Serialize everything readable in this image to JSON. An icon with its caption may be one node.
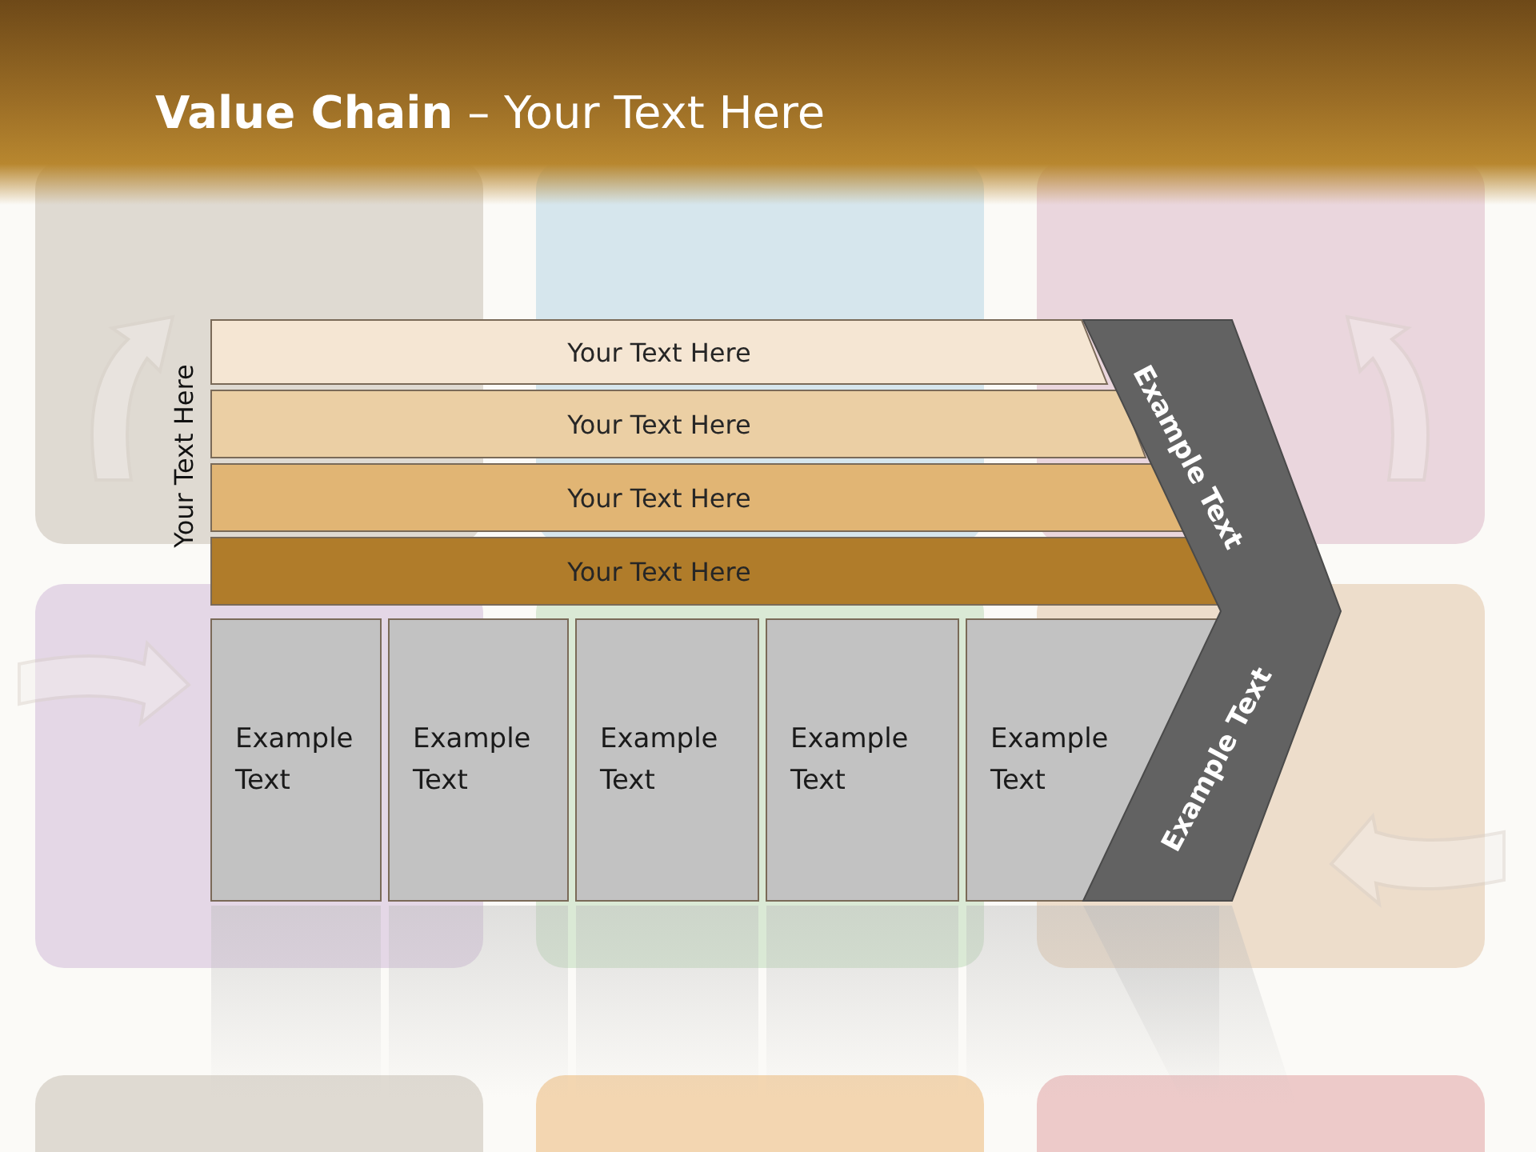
{
  "diagram": {
    "title": "**Value Chain** – Your Text Here",
    "nodes": [
      {
        "text": [
          "Your Text Here"
        ]
      },
      {
        "text": [
          "Your Text Here"
        ]
      },
      {
        "text": [
          "Your Text Here"
        ]
      },
      {
        "text": [
          "Your Text Here"
        ]
      },
      {
        "text": [
          "Example Text"
        ]
      },
      {
        "text": [
          "Example Text"
        ]
      },
      {
        "text": [
          "Example Text"
        ]
      },
      {
        "text": [
          "Example Text"
        ]
      },
      {
        "text": [
          "Example Text"
        ]
      },
      {
        "text": [
          "Example Text",
          "Example Text"
        ]
      }
    ],
    "edges": [],
    "labels": [
      "Your Text Here"
    ]
  }
}
